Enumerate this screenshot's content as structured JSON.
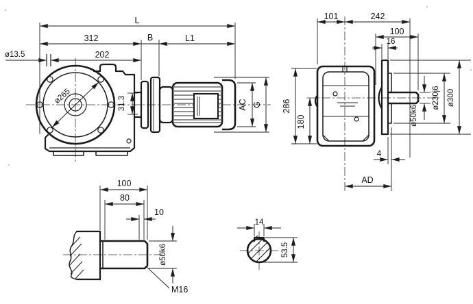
{
  "side_view": {
    "L": "L",
    "d312": "312",
    "B": "B",
    "L1": "L1",
    "d202": "202",
    "hole_dia": "ø13.5",
    "flange_dia": "ø265",
    "d31_3": "31.3",
    "AC": "AC",
    "G": "G"
  },
  "front_view": {
    "d101": "101",
    "d242": "242",
    "d100": "100",
    "d16": "16",
    "d286": "286",
    "d180": "180",
    "spigot_dia": "ø230j6",
    "flange_dia": "ø300",
    "shaft_dia": "ø50k6",
    "d4": "4",
    "AD": "AD"
  },
  "shaft_detail": {
    "d100": "100",
    "d80": "80",
    "d10": "10",
    "shaft_dia": "ø50k6",
    "thread": "M16"
  },
  "key_section": {
    "d14": "14",
    "d53_5": "53.5"
  },
  "colors": {
    "line": "#1a1a1a",
    "background": "#ffffff"
  }
}
